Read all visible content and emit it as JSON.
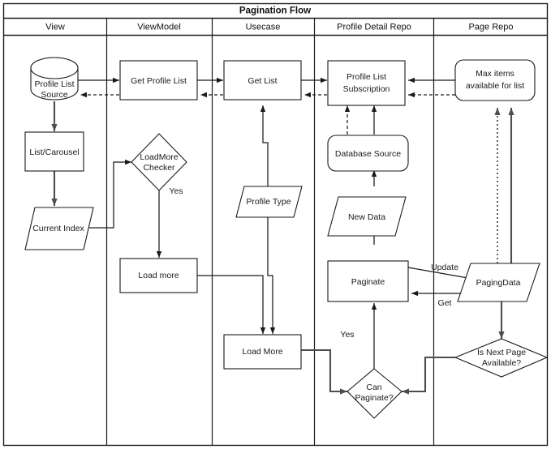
{
  "diagram": {
    "title": "Pagination Flow",
    "type": "swimlane-flowchart",
    "lanes": [
      {
        "id": "view",
        "label": "View"
      },
      {
        "id": "vm",
        "label": "ViewModel"
      },
      {
        "id": "usecase",
        "label": "Usecase"
      },
      {
        "id": "pdrepo",
        "label": "Profile Detail Repo"
      },
      {
        "id": "pagerepo",
        "label": "Page Repo"
      }
    ],
    "nodes": [
      {
        "id": "profile-list-source",
        "lane": "view",
        "shape": "cylinder",
        "label_line1": "Profile List",
        "label_line2": "Source"
      },
      {
        "id": "list-carousel",
        "lane": "view",
        "shape": "rectangle",
        "label_line1": "List/Carousel",
        "label_line2": ""
      },
      {
        "id": "current-index",
        "lane": "view",
        "shape": "parallelogram",
        "label_line1": "Current Index",
        "label_line2": ""
      },
      {
        "id": "get-profile-list",
        "lane": "vm",
        "shape": "rectangle",
        "label_line1": "Get Profile List",
        "label_line2": ""
      },
      {
        "id": "loadmore-checker",
        "lane": "vm",
        "shape": "diamond",
        "label_line1": "LoadMore",
        "label_line2": "Checker"
      },
      {
        "id": "load-more-vm",
        "lane": "vm",
        "shape": "rectangle",
        "label_line1": "Load more",
        "label_line2": ""
      },
      {
        "id": "get-list",
        "lane": "usecase",
        "shape": "rectangle",
        "label_line1": "Get List",
        "label_line2": ""
      },
      {
        "id": "profile-type",
        "lane": "usecase",
        "shape": "parallelogram",
        "label_line1": "Profile Type",
        "label_line2": ""
      },
      {
        "id": "load-more-usecase",
        "lane": "usecase",
        "shape": "rectangle",
        "label_line1": "Load More",
        "label_line2": ""
      },
      {
        "id": "profile-list-sub",
        "lane": "pdrepo",
        "shape": "rectangle",
        "label_line1": "Profile List",
        "label_line2": "Subscription"
      },
      {
        "id": "database-source",
        "lane": "pdrepo",
        "shape": "rounded",
        "label_line1": "Database Source",
        "label_line2": ""
      },
      {
        "id": "new-data",
        "lane": "pdrepo",
        "shape": "parallelogram",
        "label_line1": "New Data",
        "label_line2": ""
      },
      {
        "id": "paginate",
        "lane": "pdrepo",
        "shape": "rectangle",
        "label_line1": "Paginate",
        "label_line2": ""
      },
      {
        "id": "can-paginate",
        "lane": "pdrepo",
        "shape": "diamond",
        "label_line1": "Can",
        "label_line2": "Paginate?"
      },
      {
        "id": "max-items",
        "lane": "pagerepo",
        "shape": "rounded",
        "label_line1": "Max items",
        "label_line2": "available for list"
      },
      {
        "id": "paging-data",
        "lane": "pagerepo",
        "shape": "parallelogram",
        "label_line1": "PagingData",
        "label_line2": ""
      },
      {
        "id": "is-next-page",
        "lane": "pagerepo",
        "shape": "diamond",
        "label_line1": "Is Next Page",
        "label_line2": "Available?"
      }
    ],
    "edge_labels": {
      "loadmore_yes": "Yes",
      "can_paginate_yes": "Yes",
      "paging_update": "Update",
      "paging_get": "Get"
    },
    "colors": {
      "stroke": "#1a1a1a",
      "stroke_soft": "#4d4d4d",
      "fill": "#ffffff",
      "background": "#ffffff"
    }
  }
}
